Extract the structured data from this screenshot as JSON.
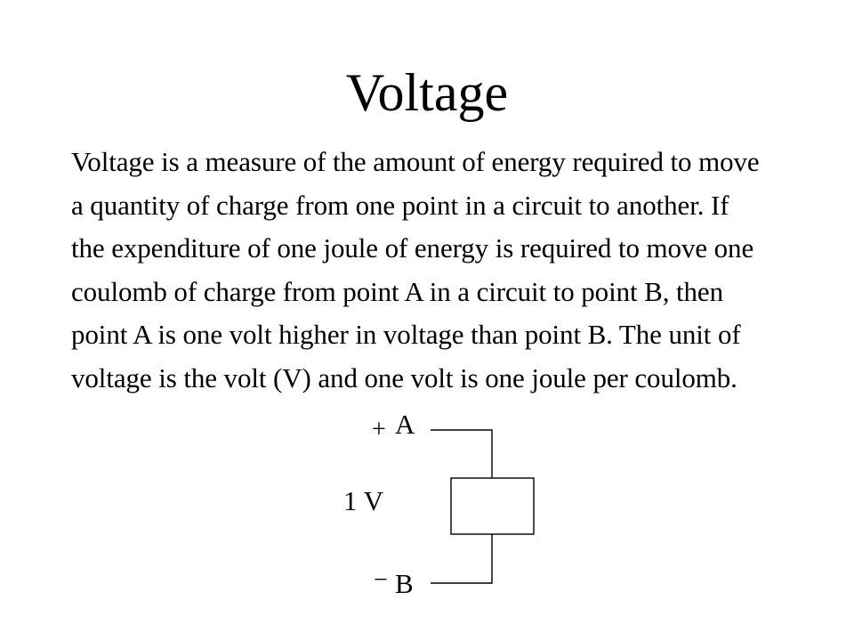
{
  "slide": {
    "title": "Voltage",
    "body_lines": [
      "Voltage is a measure of the amount of energy required to move",
      "a quantity of charge from one point in a circuit to another.  If",
      "the expenditure of one joule of energy is required to move one",
      "coulomb of charge from point A in a circuit to point B, then",
      "point A is one volt higher in voltage than point B.  The unit of",
      "voltage is the volt (V) and one volt is one joule per coulomb."
    ]
  },
  "diagram": {
    "terminal_a": {
      "sign": "+",
      "label": "A"
    },
    "terminal_b": {
      "sign": "−",
      "label": "B"
    },
    "voltage_label": "1 V"
  }
}
